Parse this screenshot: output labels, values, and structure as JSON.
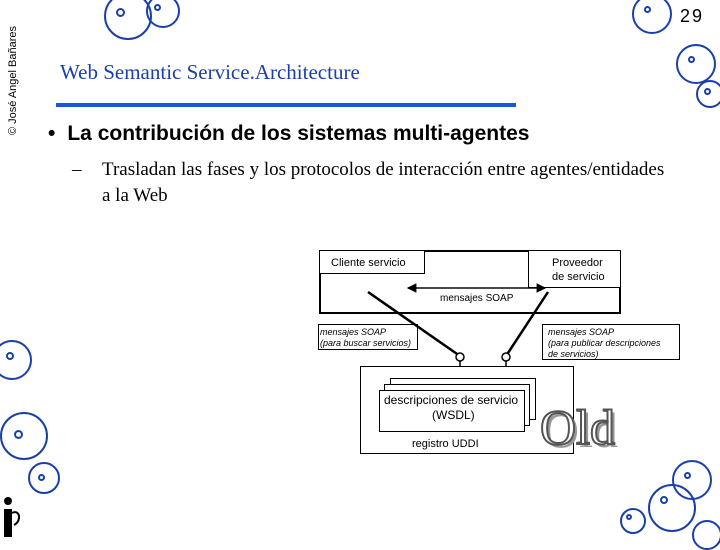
{
  "copyright": "© José Angel Bañares",
  "slide_number": "29",
  "title": "Web Semantic Service.Architecture",
  "bullet": {
    "marker": "•",
    "text": "La contribución de los sistemas multi-agentes"
  },
  "sub_bullet": {
    "marker": "–",
    "text": "Trasladan las fases y los protocolos de interacción entre agentes/entidades a la Web"
  },
  "diagram": {
    "client_label": "Cliente servicio",
    "provider_label": [
      "Proveedor",
      "de servicio"
    ],
    "soap_middle": "mensajes SOAP",
    "soap_left": [
      "mensajes SOAP",
      "(para buscar servicios)"
    ],
    "soap_right": [
      "mensajes SOAP",
      "(para publicar descripciones",
      "de servicios)"
    ],
    "wsdl_label": [
      "descripciones de servicio",
      "(WSDL)"
    ],
    "uddi_label": "registro UDDI"
  },
  "watermark": "Old",
  "colors": {
    "accent": "#1a3fa8",
    "underline": "#1a55e0"
  }
}
